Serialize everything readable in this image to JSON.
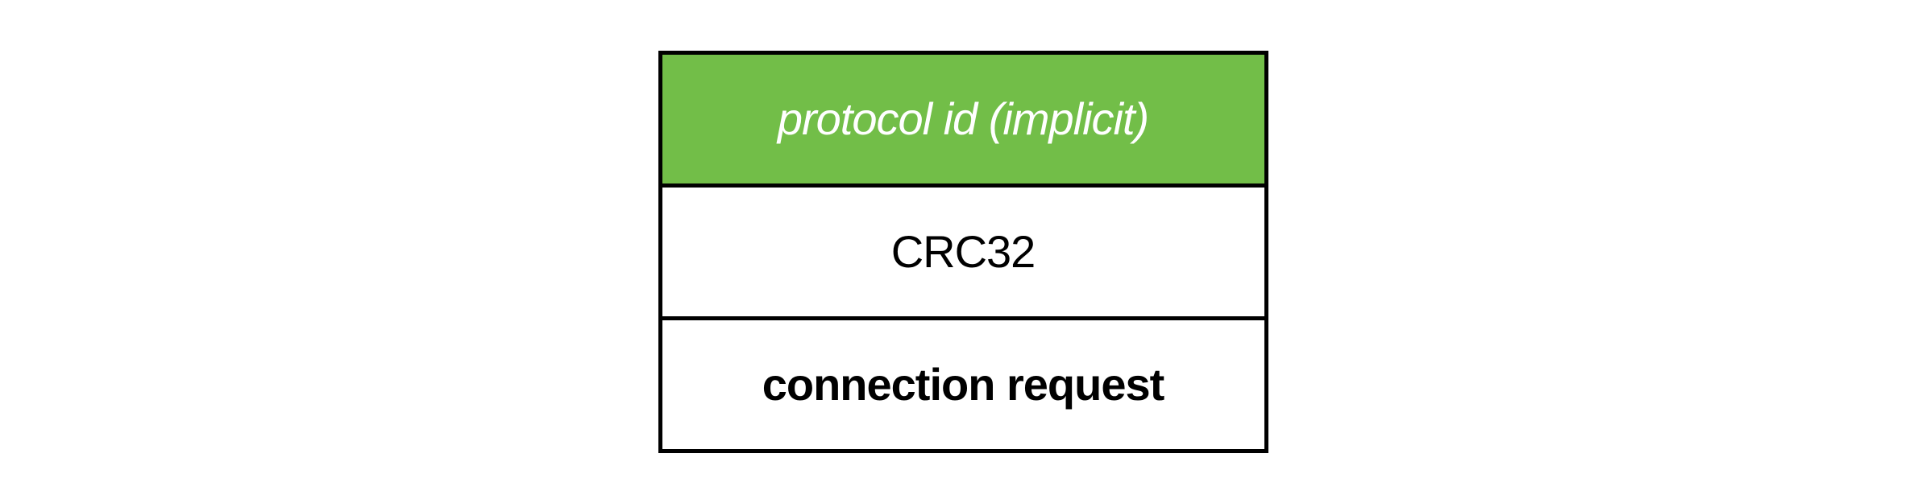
{
  "diagram": {
    "type": "packet-structure",
    "rows": [
      {
        "label": "protocol id (implicit)",
        "emphasis": "italic",
        "background": "#72be48",
        "text_color": "#ffffff"
      },
      {
        "label": "CRC32",
        "emphasis": "normal",
        "background": "#ffffff",
        "text_color": "#000000"
      },
      {
        "label": "connection request",
        "emphasis": "bold",
        "background": "#ffffff",
        "text_color": "#000000"
      }
    ],
    "colors": {
      "accent_green": "#72be48",
      "border": "#000000",
      "page_background": "#ffffff"
    }
  }
}
